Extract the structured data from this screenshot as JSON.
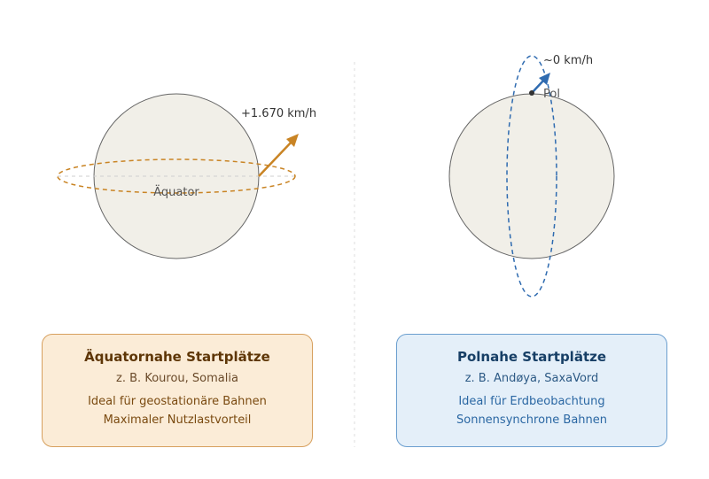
{
  "equatorial": {
    "velocity_label": "+1.670 km/h",
    "equator_label": "Äquator",
    "card": {
      "title": "Äquatornahe Startplätze",
      "subtitle": "z. B. Kourou, Somalia",
      "line1": "Ideal für geostationäre Bahnen",
      "line2": "Maximaler Nutzlastvorteil"
    }
  },
  "polar": {
    "velocity_label": "~0 km/h",
    "pole_label": "Pol",
    "card": {
      "title": "Polnahe Startplätze",
      "subtitle": "z. B. Andøya, SaxaVord",
      "line1": "Ideal für Erdbeobachtung",
      "line2": "Sonnensynchrone Bahnen"
    }
  },
  "colors": {
    "earth_fill": "#f1efe8",
    "earth_stroke": "#555555",
    "equatorial_accent": "#c98424",
    "polar_accent": "#2f6bb0",
    "divider": "#d9d9d9"
  }
}
